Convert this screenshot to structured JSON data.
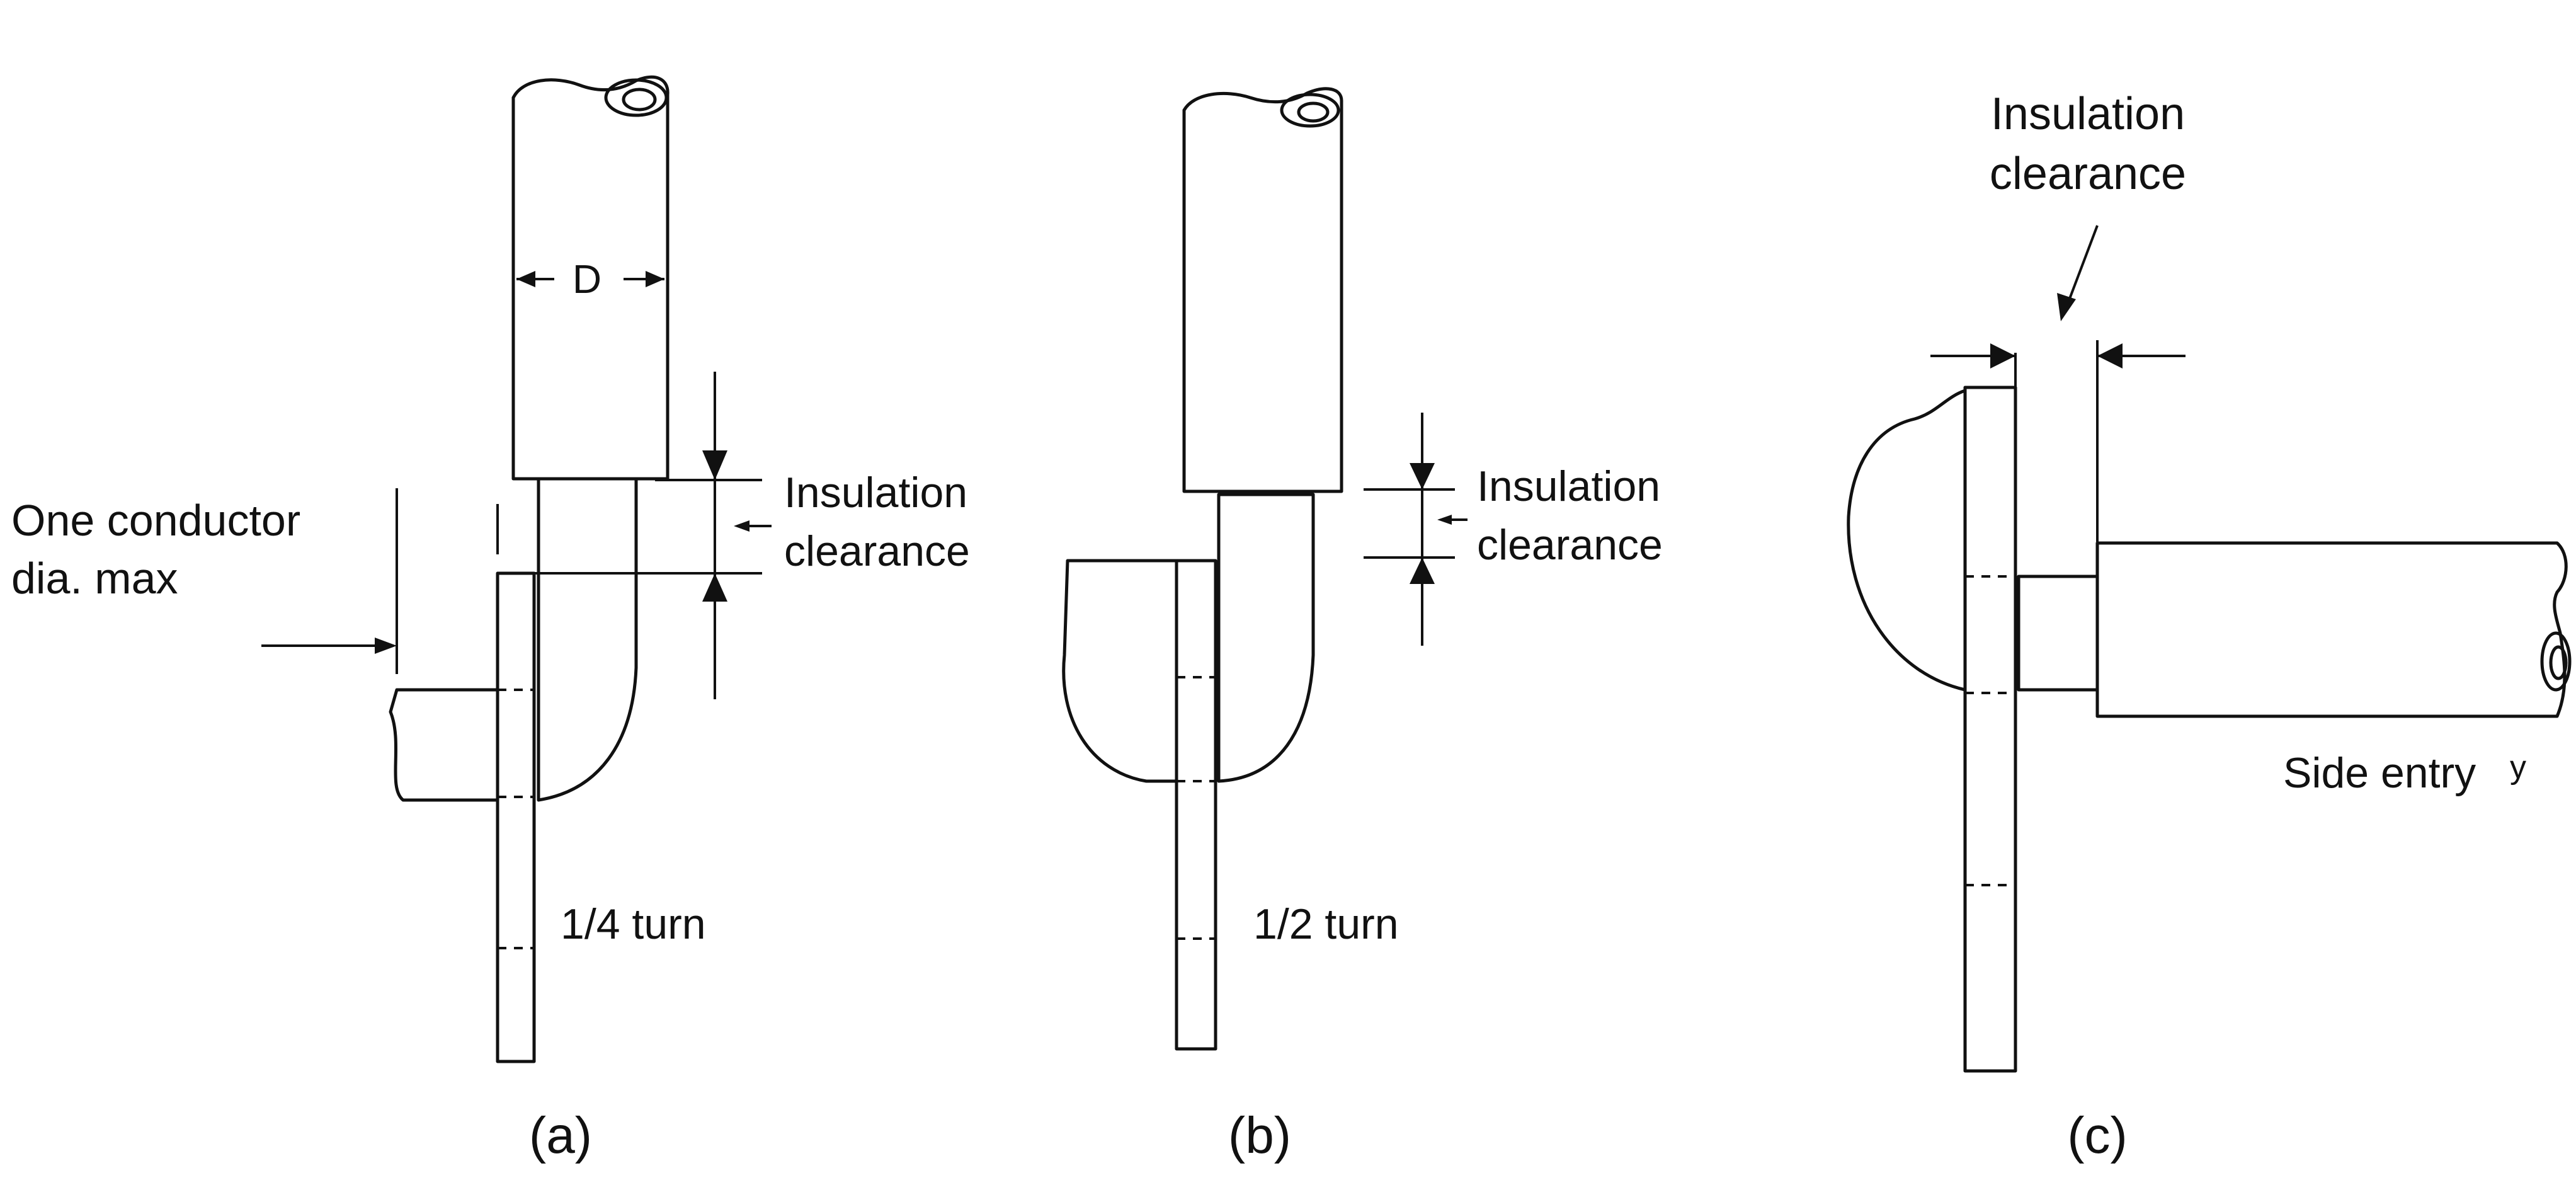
{
  "figure": {
    "panel_a": {
      "caption": "(a)",
      "dimension_label": "D",
      "conductor_label_line1": "One conductor",
      "conductor_label_line2": "dia. max",
      "clearance_line1": "Insulation",
      "clearance_line2": "clearance",
      "turn_label": "1/4 turn"
    },
    "panel_b": {
      "caption": "(b)",
      "clearance_line1": "Insulation",
      "clearance_line2": "clearance",
      "turn_label": "1/2 turn"
    },
    "panel_c": {
      "caption": "(c)",
      "clearance_line1": "Insulation",
      "clearance_line2": "clearance",
      "entry_label": "Side entry",
      "stray_mark": "y"
    }
  }
}
